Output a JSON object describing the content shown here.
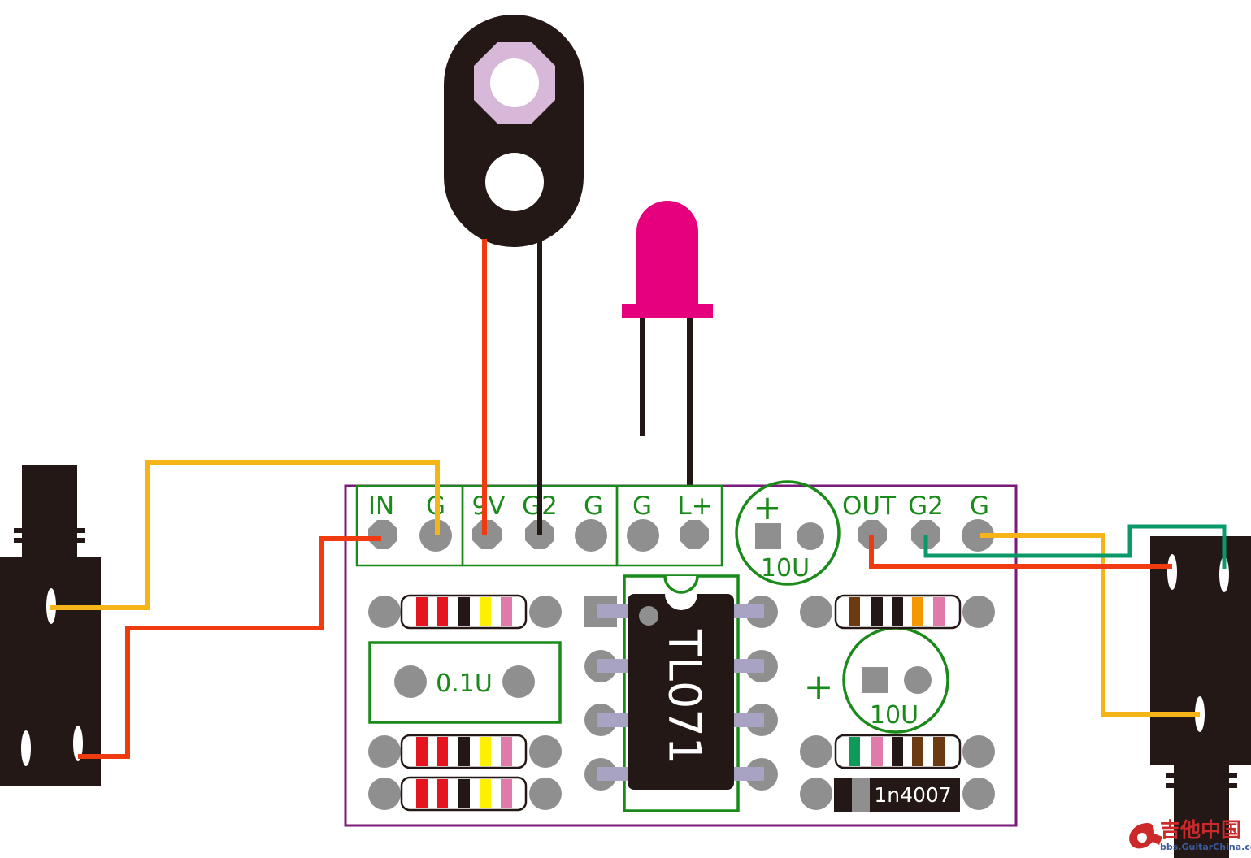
{
  "colors": {
    "board_outline": "#7a1a7a",
    "silkscreen": "#1a8a1a",
    "pad": "#8f8f8f",
    "body": "#231815",
    "wire_red": "#f03a10",
    "wire_yellow": "#f5b418",
    "wire_green": "#0a9a6a",
    "led": "#e6007e",
    "pot_nut": "#d8b8d8"
  },
  "header_labels": {
    "in": "IN",
    "g1": "G",
    "v9": "9V",
    "g2a": "G2",
    "g2": "G",
    "g3": "G",
    "lplus": "L+",
    "out": "OUT",
    "g2b": "G2",
    "g4": "G"
  },
  "capacitors": {
    "c_top_plus": "+",
    "c_top_value": "10U",
    "c_mid_plus": "+",
    "c_mid_value": "10U",
    "c_film_value": "0.1U"
  },
  "ic": {
    "part": "TL071"
  },
  "diode": {
    "part": "1n4007"
  },
  "watermark": {
    "cn": "吉他中国",
    "en": "bbs.GuitarChina.com"
  }
}
